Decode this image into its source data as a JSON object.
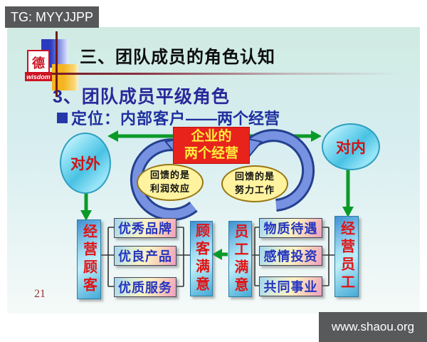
{
  "watermark": {
    "label": "TG: MYYJJPP"
  },
  "header": {
    "title": "三、团队成员的角色认知",
    "logo_glyph": "德",
    "logo_caption": "wisdom"
  },
  "section": {
    "subtitle": "3、团队成员平级角色",
    "bullet_text": "定位：内部客户 ",
    "bullet_suffix": "——两个经营"
  },
  "diagram": {
    "center_box": {
      "line1": "企业的",
      "line2": "两个经营"
    },
    "left_circle": "对外",
    "right_circle": "对内",
    "left_cycle": {
      "line1": "回馈的是",
      "line2": "利润效应"
    },
    "right_cycle": {
      "line1": "回馈的是",
      "line2": "努力工作"
    },
    "left_group": {
      "driver": "经营顾客",
      "items": [
        "优秀品牌",
        "优良产品",
        "优质服务"
      ],
      "outcome": "顾客满意"
    },
    "right_group": {
      "driver": "经营员工",
      "items": [
        "物质待遇",
        "感情投资",
        "共同事业"
      ],
      "outcome": "员工满意"
    }
  },
  "footer": {
    "page_number": "21",
    "website": "www.shaou.org"
  },
  "colors": {
    "arrow_green": "#0a9a28",
    "center_box_red": "#e8231c",
    "center_box_text": "#ffee3c",
    "cycle_arrow_blue": "#7892e2",
    "cycle_arrow_outline": "#24408f",
    "ellipse_fill": "#fff3a0",
    "item_text_blue": "#2535c0",
    "driver_text_red": "#e01414",
    "badge_gray": "#58595b"
  }
}
